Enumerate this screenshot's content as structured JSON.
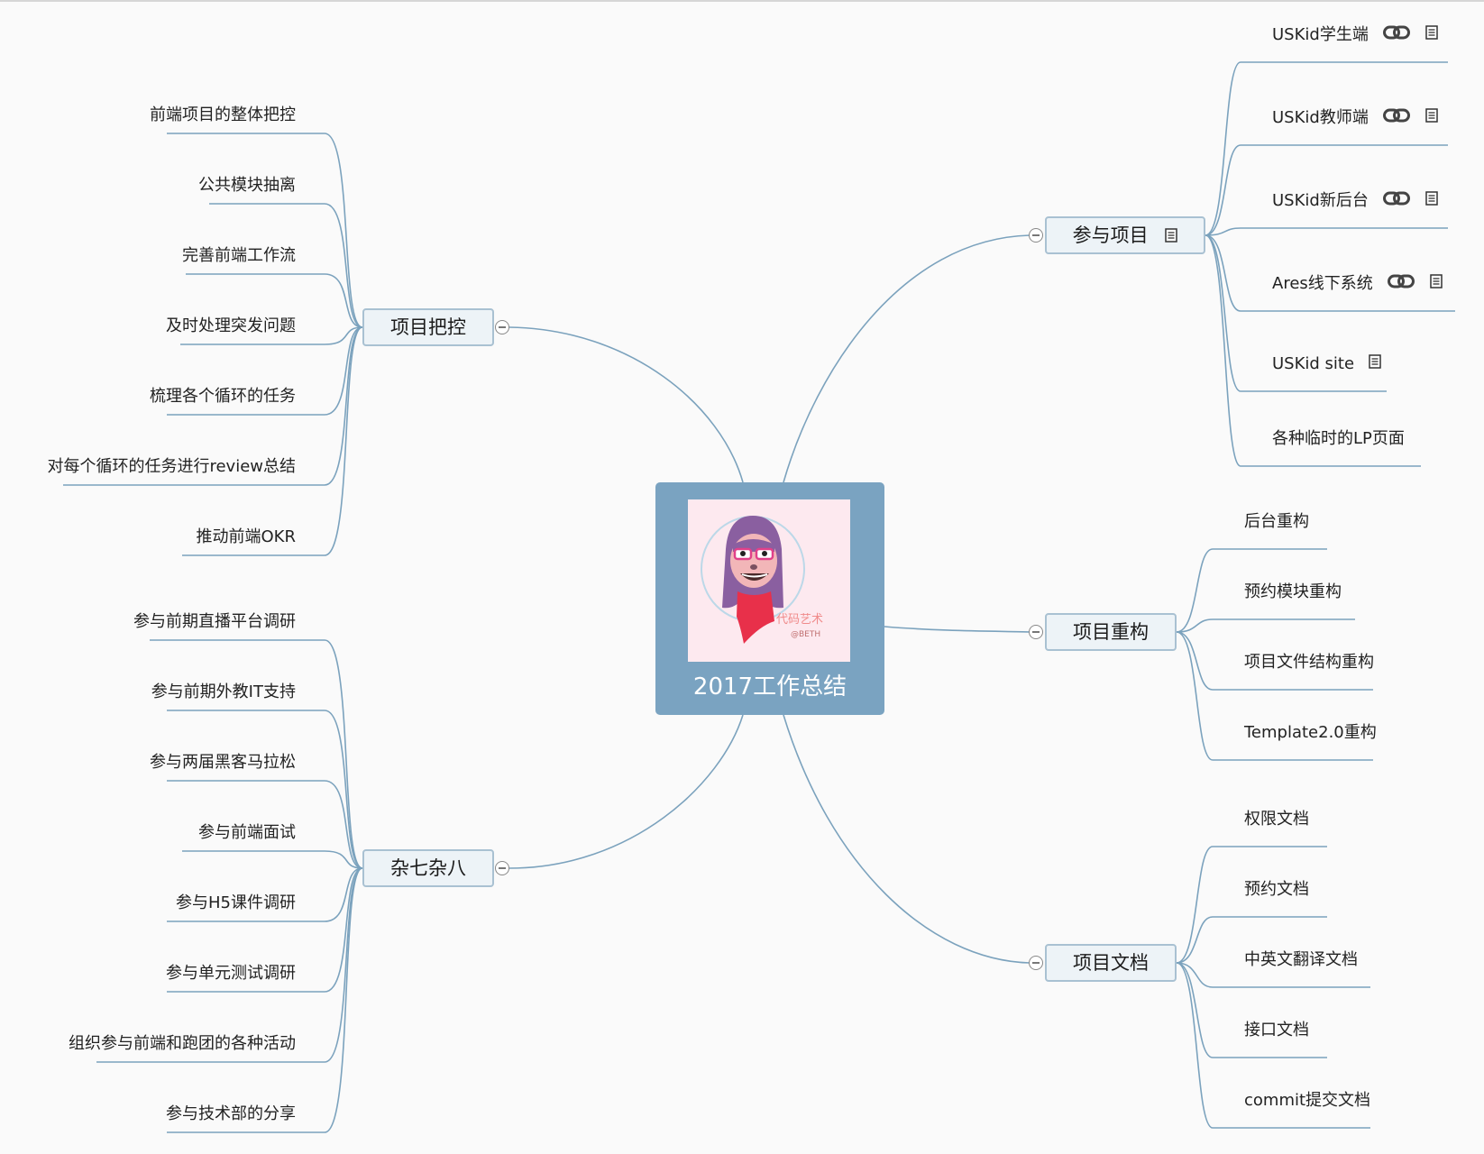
{
  "central": {
    "title": "2017工作总结",
    "avatar_caption": "代码艺术",
    "avatar_handle": "@BETH"
  },
  "branches": {
    "xiangmu_bakong": {
      "label": "项目把控",
      "children": [
        "前端项目的整体把控",
        "公共模块抽离",
        "完善前端工作流",
        "及时处理突发问题",
        "梳理各个循环的任务",
        "对每个循环的任务进行review总结",
        "推动前端OKR"
      ]
    },
    "zaqi_zaba": {
      "label": "杂七杂八",
      "children": [
        "参与前期直播平台调研",
        "参与前期外教IT支持",
        "参与两届黑客马拉松",
        "参与前端面试",
        "参与H5课件调研",
        "参与单元测试调研",
        "组织参与前端和跑团的各种活动",
        "参与技术部的分享"
      ]
    },
    "canyu_xiangmu": {
      "label": "参与项目",
      "children": [
        "USKid学生端",
        "USKid教师端",
        "USKid新后台",
        "Ares线下系统",
        "USKid site",
        "各种临时的LP页面"
      ]
    },
    "xiangmu_chonggou": {
      "label": "项目重构",
      "children": [
        "后台重构",
        "预约模块重构",
        "项目文件结构重构",
        "Template2.0重构"
      ]
    },
    "xiangmu_wendang": {
      "label": "项目文档",
      "children": [
        "权限文档",
        "预约文档",
        "中英文翻译文档",
        "接口文档",
        "commit提交文档"
      ]
    }
  },
  "icons": {
    "link": "link-icon",
    "note": "note-icon",
    "collapse": "collapse-icon"
  },
  "colors": {
    "connector": "#7ba2bd",
    "central_bg": "#7aa3c1",
    "branch_bg": "#edf3f7",
    "branch_border": "#a9c1d2"
  }
}
